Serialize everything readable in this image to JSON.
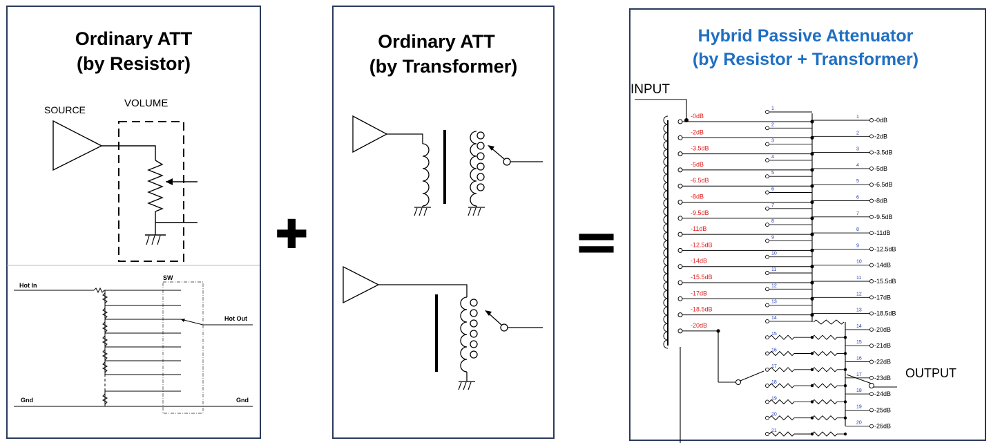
{
  "panel1": {
    "title_line1": "Ordinary ATT",
    "title_line2": "(by Resistor)",
    "source_label": "SOURCE",
    "volume_label": "VOLUME",
    "hot_in": "Hot In",
    "sw": "SW",
    "hot_out": "Hot Out",
    "gnd_left": "Gnd",
    "gnd_right": "Gnd"
  },
  "plus": "✚",
  "panel2": {
    "title_line1": "Ordinary ATT",
    "title_line2": "(by Transformer)"
  },
  "equals": "=",
  "panel3": {
    "title_line1": "Hybrid Passive Attenuator",
    "title_line2": "(by Resistor + Transformer)",
    "input_label": "INPUT",
    "output_label": "OUTPUT",
    "tap_labels": [
      "-0dB",
      "-2dB",
      "-3.5dB",
      "-5dB",
      "-6.5dB",
      "-8dB",
      "-9.5dB",
      "-11dB",
      "-12.5dB",
      "-14dB",
      "-15.5dB",
      "-17dB",
      "-18.5dB",
      "-20dB"
    ],
    "switch_numbers": [
      "1",
      "2",
      "3",
      "4",
      "5",
      "6",
      "7",
      "8",
      "9",
      "10",
      "11",
      "12",
      "13",
      "14",
      "15",
      "16",
      "17",
      "18",
      "19",
      "20",
      "21"
    ],
    "output_labels": [
      "-0dB",
      "-2dB",
      "-3.5dB",
      "-5dB",
      "-6.5dB",
      "-8dB",
      "-9.5dB",
      "-11dB",
      "-12.5dB",
      "-14dB",
      "-15.5dB",
      "-17dB",
      "-18.5dB",
      "-20dB",
      "-21dB",
      "-22dB",
      "-23dB",
      "-24dB",
      "-25dB",
      "-26dB"
    ]
  }
}
